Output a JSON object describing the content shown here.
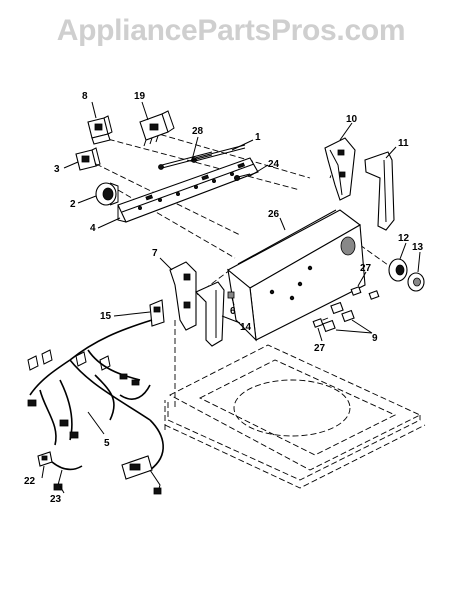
{
  "watermark": "AppliancePartsPros.com",
  "callouts": {
    "c1": "1",
    "c2": "2",
    "c3": "3",
    "c4": "4",
    "c5": "5",
    "c6": "6",
    "c7": "7",
    "c8": "8",
    "c9": "9",
    "c10": "10",
    "c11": "11",
    "c12": "12",
    "c13": "13",
    "c14": "14",
    "c15": "15",
    "c19": "19",
    "c22": "22",
    "c23": "23",
    "c24": "24",
    "c26": "26",
    "c27a": "27",
    "c27b": "27",
    "c28": "28"
  }
}
